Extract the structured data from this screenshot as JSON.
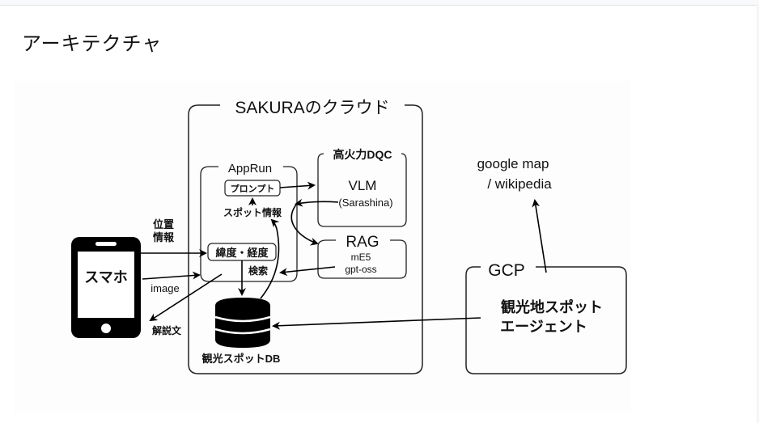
{
  "page": {
    "title": "アーキテクチャ"
  },
  "diagram": {
    "sakura_cloud": {
      "label": "SAKURAのクラウド"
    },
    "apprun": {
      "label": "AppRun",
      "prompt_box": "プロンプト",
      "spot_info": "スポット情報",
      "latlng_box": "緯度・経度",
      "search": "検索"
    },
    "dqc": {
      "label": "高火力DQC",
      "vlm": "VLM",
      "model": "(Sarashina)"
    },
    "rag": {
      "label": "RAG",
      "model1": "mE5",
      "model2": "gpt-oss"
    },
    "db": {
      "label": "観光スポットDB"
    },
    "smartphone": {
      "label": "スマホ"
    },
    "inputs": {
      "location_line1": "位置",
      "location_line2": "情報",
      "image": "image",
      "explanation": "解説文"
    },
    "external": {
      "line1": "google map",
      "line2": "/ wikipedia"
    },
    "gcp": {
      "label": "GCP",
      "agent_line1": "観光地スポット",
      "agent_line2": "エージェント"
    }
  }
}
